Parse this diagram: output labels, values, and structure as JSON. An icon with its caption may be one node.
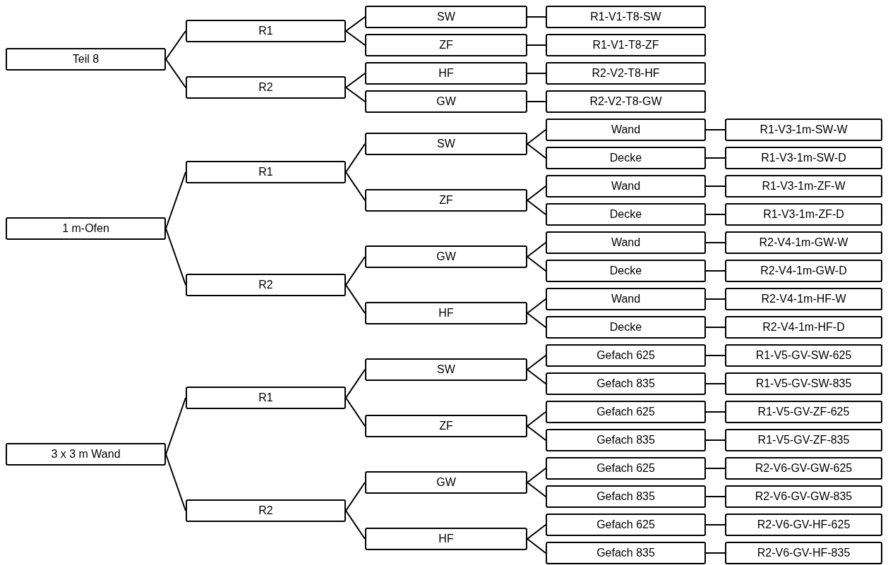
{
  "diagram": {
    "nodes": [
      {
        "text": [
          "Teil 8"
        ]
      },
      {
        "text": [
          "R1"
        ]
      },
      {
        "text": [
          "SW"
        ]
      },
      {
        "text": [
          "R1-V1-T8-SW"
        ]
      },
      {
        "text": [
          "ZF"
        ]
      },
      {
        "text": [
          "R1-V1-T8-ZF"
        ]
      },
      {
        "text": [
          "R2"
        ]
      },
      {
        "text": [
          "HF"
        ]
      },
      {
        "text": [
          "R2-V2-T8-HF"
        ]
      },
      {
        "text": [
          "GW"
        ]
      },
      {
        "text": [
          "R2-V2-T8-GW"
        ]
      },
      {
        "text": [
          "1 m-Ofen"
        ]
      },
      {
        "text": [
          "R1"
        ]
      },
      {
        "text": [
          "SW"
        ]
      },
      {
        "text": [
          "Wand"
        ]
      },
      {
        "text": [
          "R1-V3-1m-SW-W"
        ]
      },
      {
        "text": [
          "Decke"
        ]
      },
      {
        "text": [
          "R1-V3-1m-SW-D"
        ]
      },
      {
        "text": [
          "ZF"
        ]
      },
      {
        "text": [
          "Wand"
        ]
      },
      {
        "text": [
          "R1-V3-1m-ZF-W"
        ]
      },
      {
        "text": [
          "Decke"
        ]
      },
      {
        "text": [
          "R1-V3-1m-ZF-D"
        ]
      },
      {
        "text": [
          "R2"
        ]
      },
      {
        "text": [
          "GW"
        ]
      },
      {
        "text": [
          "Wand"
        ]
      },
      {
        "text": [
          "R2-V4-1m-GW-W"
        ]
      },
      {
        "text": [
          "Decke"
        ]
      },
      {
        "text": [
          "R2-V4-1m-GW-D"
        ]
      },
      {
        "text": [
          "HF"
        ]
      },
      {
        "text": [
          "Wand"
        ]
      },
      {
        "text": [
          "R2-V4-1m-HF-W"
        ]
      },
      {
        "text": [
          "Decke"
        ]
      },
      {
        "text": [
          "R2-V4-1m-HF-D"
        ]
      },
      {
        "text": [
          "3 x 3 m Wand"
        ]
      },
      {
        "text": [
          "R1"
        ]
      },
      {
        "text": [
          "SW"
        ]
      },
      {
        "text": [
          "Gefach 625"
        ]
      },
      {
        "text": [
          "R1-V5-GV-SW-625"
        ]
      },
      {
        "text": [
          "Gefach 835"
        ]
      },
      {
        "text": [
          "R1-V5-GV-SW-835"
        ]
      },
      {
        "text": [
          "ZF"
        ]
      },
      {
        "text": [
          "Gefach 625"
        ]
      },
      {
        "text": [
          "R1-V5-GV-ZF-625"
        ]
      },
      {
        "text": [
          "Gefach 835"
        ]
      },
      {
        "text": [
          "R1-V5-GV-ZF-835"
        ]
      },
      {
        "text": [
          "R2"
        ]
      },
      {
        "text": [
          "GW"
        ]
      },
      {
        "text": [
          "Gefach 625"
        ]
      },
      {
        "text": [
          "R2-V6-GV-GW-625"
        ]
      },
      {
        "text": [
          "Gefach 835"
        ]
      },
      {
        "text": [
          "R2-V6-GV-GW-835"
        ]
      },
      {
        "text": [
          "HF"
        ]
      },
      {
        "text": [
          "Gefach 625"
        ]
      },
      {
        "text": [
          "R2-V6-GV-HF-625"
        ]
      },
      {
        "text": [
          "Gefach 835"
        ]
      },
      {
        "text": [
          "R2-V6-GV-HF-835"
        ]
      }
    ],
    "edges": [
      {
        "from": 0,
        "to": 1,
        "arrow": "none"
      },
      {
        "from": 1,
        "to": 2,
        "arrow": "none"
      },
      {
        "from": 2,
        "to": 3,
        "arrow": "none"
      },
      {
        "from": 1,
        "to": 4,
        "arrow": "none"
      },
      {
        "from": 4,
        "to": 5,
        "arrow": "none"
      },
      {
        "from": 0,
        "to": 6,
        "arrow": "none"
      },
      {
        "from": 6,
        "to": 7,
        "arrow": "none"
      },
      {
        "from": 7,
        "to": 8,
        "arrow": "none"
      },
      {
        "from": 6,
        "to": 9,
        "arrow": "none"
      },
      {
        "from": 9,
        "to": 10,
        "arrow": "none"
      },
      {
        "from": 11,
        "to": 12,
        "arrow": "none"
      },
      {
        "from": 12,
        "to": 13,
        "arrow": "none"
      },
      {
        "from": 13,
        "to": 14,
        "arrow": "none"
      },
      {
        "from": 14,
        "to": 15,
        "arrow": "none"
      },
      {
        "from": 13,
        "to": 16,
        "arrow": "none"
      },
      {
        "from": 16,
        "to": 17,
        "arrow": "none"
      },
      {
        "from": 12,
        "to": 18,
        "arrow": "none"
      },
      {
        "from": 18,
        "to": 19,
        "arrow": "none"
      },
      {
        "from": 19,
        "to": 20,
        "arrow": "none"
      },
      {
        "from": 18,
        "to": 21,
        "arrow": "none"
      },
      {
        "from": 21,
        "to": 22,
        "arrow": "none"
      },
      {
        "from": 11,
        "to": 23,
        "arrow": "none"
      },
      {
        "from": 23,
        "to": 24,
        "arrow": "none"
      },
      {
        "from": 24,
        "to": 25,
        "arrow": "none"
      },
      {
        "from": 25,
        "to": 26,
        "arrow": "none"
      },
      {
        "from": 24,
        "to": 27,
        "arrow": "none"
      },
      {
        "from": 27,
        "to": 28,
        "arrow": "none"
      },
      {
        "from": 23,
        "to": 29,
        "arrow": "none"
      },
      {
        "from": 29,
        "to": 30,
        "arrow": "none"
      },
      {
        "from": 30,
        "to": 31,
        "arrow": "none"
      },
      {
        "from": 29,
        "to": 32,
        "arrow": "none"
      },
      {
        "from": 32,
        "to": 33,
        "arrow": "none"
      },
      {
        "from": 34,
        "to": 35,
        "arrow": "none"
      },
      {
        "from": 35,
        "to": 36,
        "arrow": "none"
      },
      {
        "from": 36,
        "to": 37,
        "arrow": "none"
      },
      {
        "from": 37,
        "to": 38,
        "arrow": "none"
      },
      {
        "from": 36,
        "to": 39,
        "arrow": "none"
      },
      {
        "from": 39,
        "to": 40,
        "arrow": "none"
      },
      {
        "from": 35,
        "to": 41,
        "arrow": "none"
      },
      {
        "from": 41,
        "to": 42,
        "arrow": "none"
      },
      {
        "from": 42,
        "to": 43,
        "arrow": "none"
      },
      {
        "from": 41,
        "to": 44,
        "arrow": "none"
      },
      {
        "from": 44,
        "to": 45,
        "arrow": "none"
      },
      {
        "from": 34,
        "to": 46,
        "arrow": "none"
      },
      {
        "from": 46,
        "to": 47,
        "arrow": "none"
      },
      {
        "from": 47,
        "to": 48,
        "arrow": "none"
      },
      {
        "from": 48,
        "to": 49,
        "arrow": "none"
      },
      {
        "from": 47,
        "to": 50,
        "arrow": "none"
      },
      {
        "from": 50,
        "to": 51,
        "arrow": "none"
      },
      {
        "from": 46,
        "to": 52,
        "arrow": "none"
      },
      {
        "from": 52,
        "to": 53,
        "arrow": "none"
      },
      {
        "from": 53,
        "to": 54,
        "arrow": "none"
      },
      {
        "from": 52,
        "to": 55,
        "arrow": "none"
      },
      {
        "from": 55,
        "to": 56,
        "arrow": "none"
      }
    ]
  }
}
